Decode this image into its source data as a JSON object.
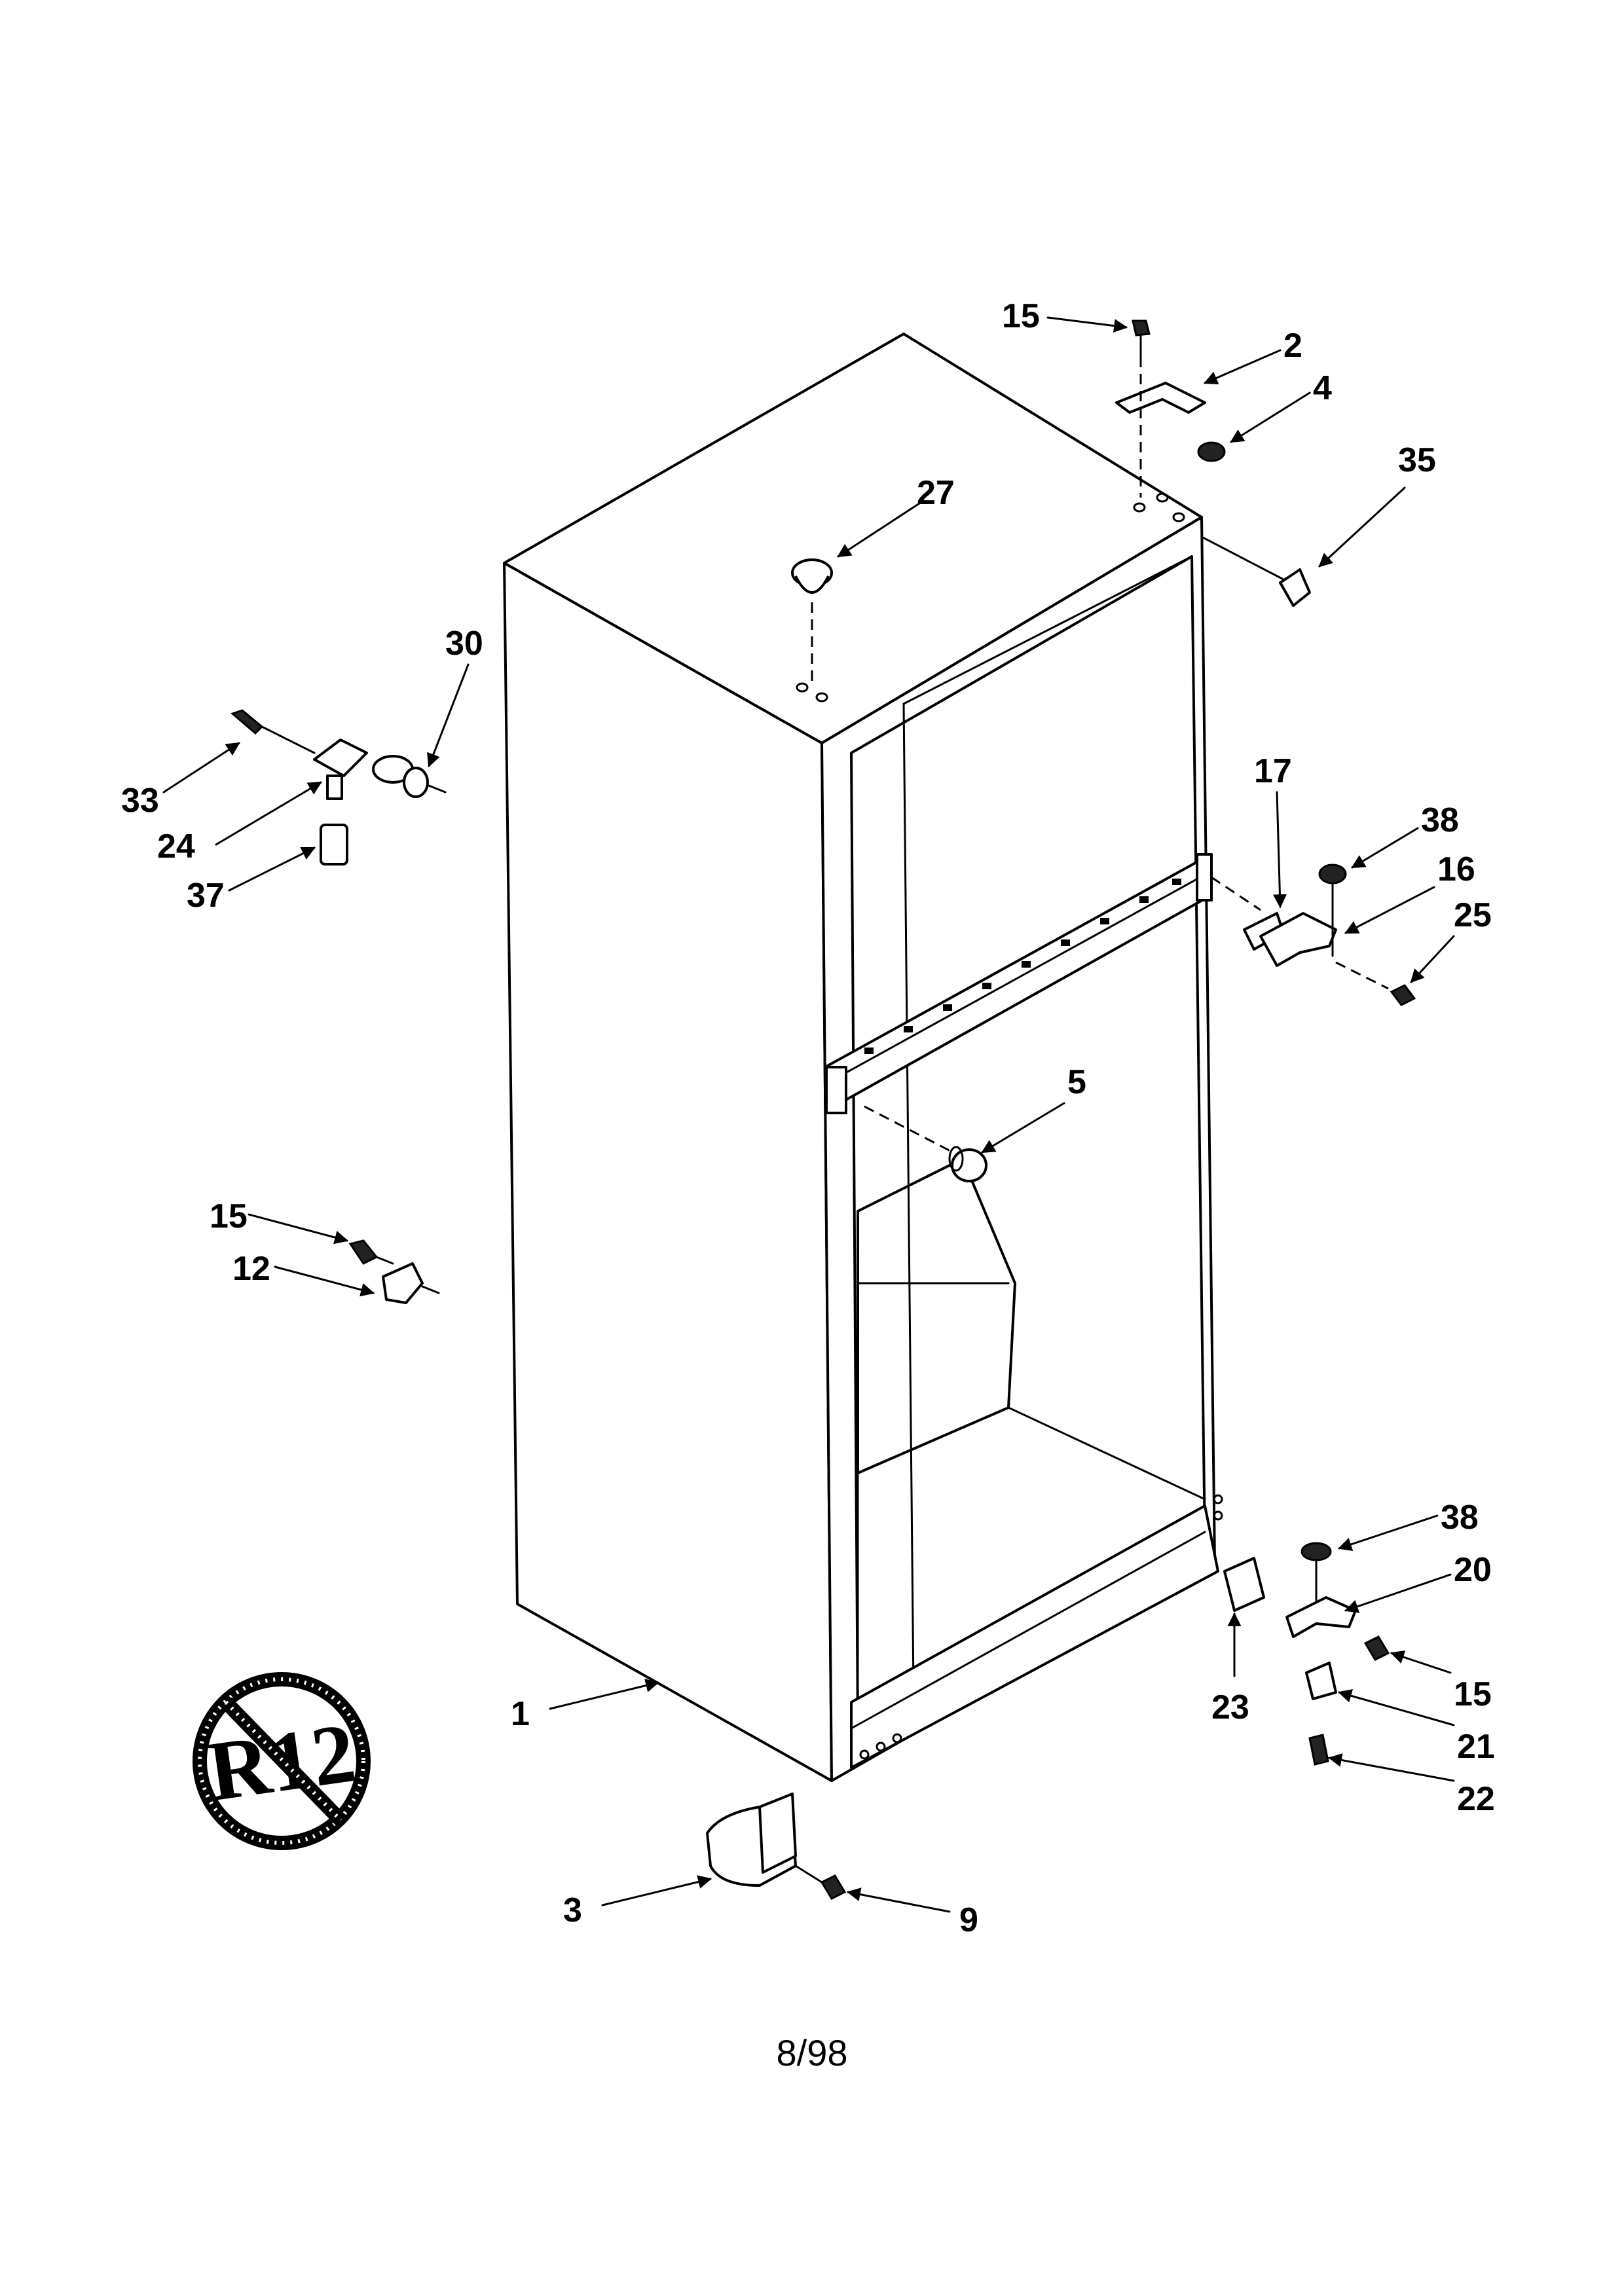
{
  "diagram": {
    "callouts": [
      {
        "id": "c15a",
        "text": "15"
      },
      {
        "id": "c2",
        "text": "2"
      },
      {
        "id": "c4",
        "text": "4"
      },
      {
        "id": "c35",
        "text": "35"
      },
      {
        "id": "c27",
        "text": "27"
      },
      {
        "id": "c30",
        "text": "30"
      },
      {
        "id": "c33",
        "text": "33"
      },
      {
        "id": "c24",
        "text": "24"
      },
      {
        "id": "c37",
        "text": "37"
      },
      {
        "id": "c17",
        "text": "17"
      },
      {
        "id": "c38a",
        "text": "38"
      },
      {
        "id": "c16",
        "text": "16"
      },
      {
        "id": "c25",
        "text": "25"
      },
      {
        "id": "c5",
        "text": "5"
      },
      {
        "id": "c15b",
        "text": "15"
      },
      {
        "id": "c12",
        "text": "12"
      },
      {
        "id": "c38b",
        "text": "38"
      },
      {
        "id": "c20",
        "text": "20"
      },
      {
        "id": "c15c",
        "text": "15"
      },
      {
        "id": "c21",
        "text": "21"
      },
      {
        "id": "c22",
        "text": "22"
      },
      {
        "id": "c23",
        "text": "23"
      },
      {
        "id": "c1",
        "text": "1"
      },
      {
        "id": "c3",
        "text": "3"
      },
      {
        "id": "c9",
        "text": "9"
      }
    ],
    "badge_text": "R12",
    "footer": "8/98"
  },
  "colors": {
    "ink": "#000000",
    "paper": "#ffffff"
  }
}
